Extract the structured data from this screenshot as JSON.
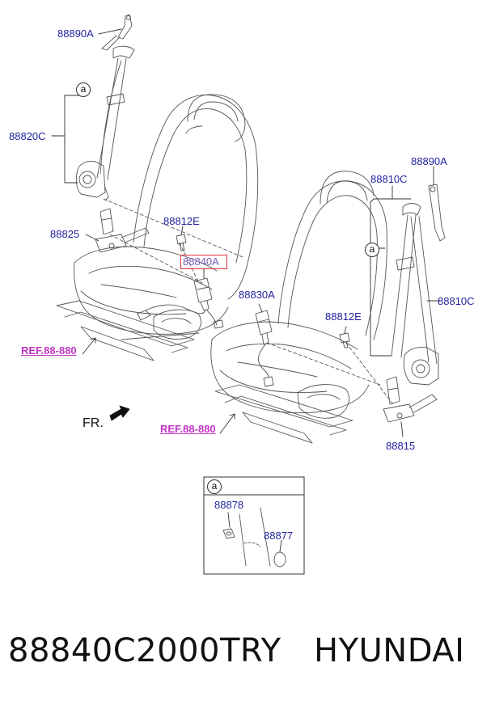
{
  "labels": {
    "top_left_anchor": "88890A",
    "left_belt": "88820C",
    "left_buckle_bolt": "88812E",
    "left_buckle_stalk": "88825",
    "highlighted_part": "88840A",
    "right_buckle": "88830A",
    "right_belt_top": "88810C",
    "right_anchor": "88890A",
    "right_belt_side": "88810C",
    "right_buckle_bolt": "88812E",
    "right_buckle_stalk": "88815",
    "ref_left": "REF.88-880",
    "ref_right": "REF.88-880",
    "front_indicator": "FR.",
    "detail_cap": "88878",
    "detail_cover": "88877"
  },
  "callouts": {
    "left": "a",
    "right": "a",
    "detail": "a"
  },
  "footer": {
    "part_number": "88840C2000TRY",
    "brand": "HYUNDAI"
  },
  "colors": {
    "label": "#1f1f9e",
    "reference": "#c236c2",
    "highlight": "#e0303a",
    "line": "#444444"
  }
}
